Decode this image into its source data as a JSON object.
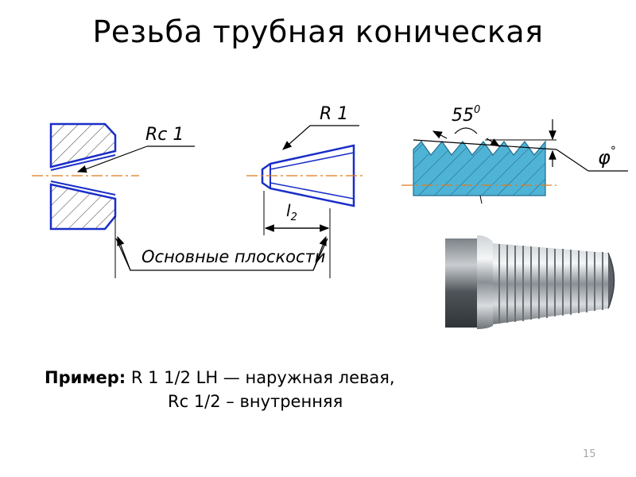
{
  "slide": {
    "title": "Резьба трубная коническая",
    "page_number": "15"
  },
  "diagram": {
    "label_internal": "Rc 1",
    "label_external": "R 1",
    "label_length": "l",
    "label_length_sub": "2",
    "label_planes": "Основные плоскости",
    "label_angle": "55",
    "label_angle_sup": "0",
    "label_phi": "φ",
    "label_phi_sup": "°"
  },
  "example": {
    "prefix": "Пример:",
    "line1": " R 1 1/2 LH — наружная левая,",
    "line2": "Rc 1/2 – внутренняя"
  },
  "colors": {
    "drawing_blue": "#1a2ec8",
    "thread_fill": "#4fb3d6",
    "axis_orange": "#e07a1a"
  }
}
